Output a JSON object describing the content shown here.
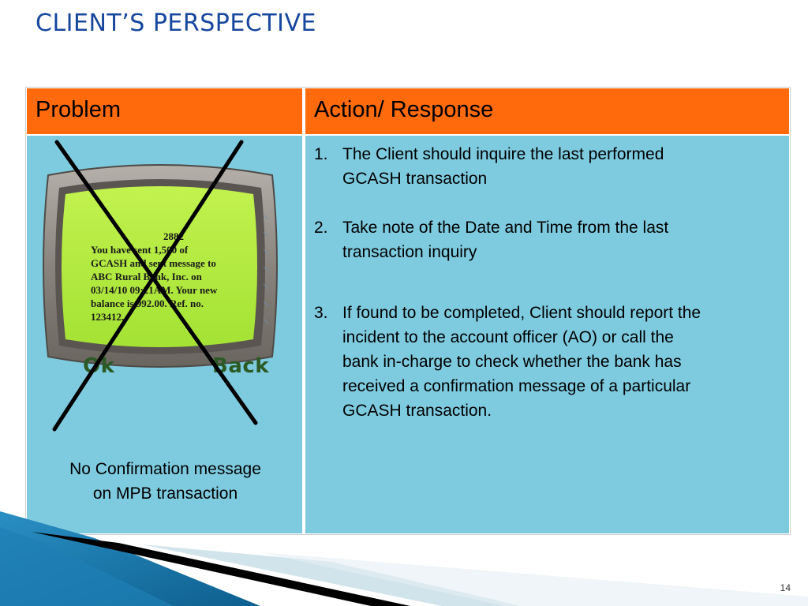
{
  "slide": {
    "title": "CLIENT’S PERSPECTIVE",
    "page_number": "14"
  },
  "table": {
    "headers": [
      "Problem",
      "Action/ Response"
    ],
    "problem": {
      "phone": {
        "screen_number": "2882",
        "screen_lines": [
          "You have sent 1,500 of",
          "GCASH and sent message to",
          "ABC Rural Bank, Inc. on",
          "03/14/10 09:21AM. Your new",
          "balance is 992.00. Ref. no.",
          "123412."
        ],
        "softkey_left": "Ok",
        "softkey_right": "Back"
      },
      "caption_lines": [
        "No Confirmation message",
        "on MPB transaction"
      ]
    },
    "actions": [
      {
        "num": "1.",
        "lines": [
          "The Client should inquire the last performed",
          "GCASH transaction"
        ]
      },
      {
        "num": "2.",
        "lines": [
          "Take note of the Date and Time from the last",
          "transaction inquiry"
        ]
      },
      {
        "num": "3.",
        "lines": [
          "If found to be completed, Client should report the",
          "incident to the account officer (AO) or call the",
          "bank in-charge to check whether the bank has",
          "received a confirmation message of a particular",
          "GCASH transaction."
        ]
      }
    ]
  },
  "colors": {
    "title": "#17479e",
    "header_bg": "#ff6a0d",
    "cell_bg": "#7ecbe0",
    "screen": "#b4f03c"
  }
}
